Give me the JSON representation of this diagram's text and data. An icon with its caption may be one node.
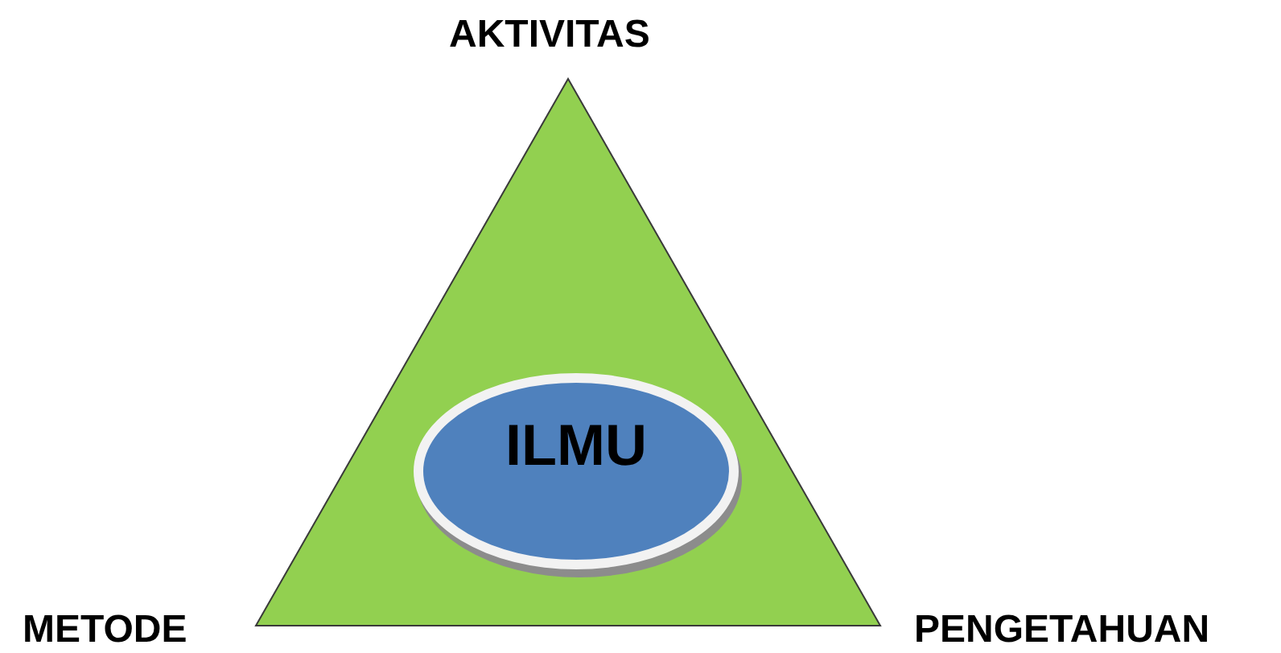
{
  "diagram": {
    "nodes": [
      {
        "text": [],
        "shape": "triangle"
      },
      {
        "text": [
          "ILMU"
        ],
        "in": 0
      }
    ],
    "labels": [
      "AKTIVITAS",
      "METODE",
      "PENGETAHUAN"
    ]
  }
}
